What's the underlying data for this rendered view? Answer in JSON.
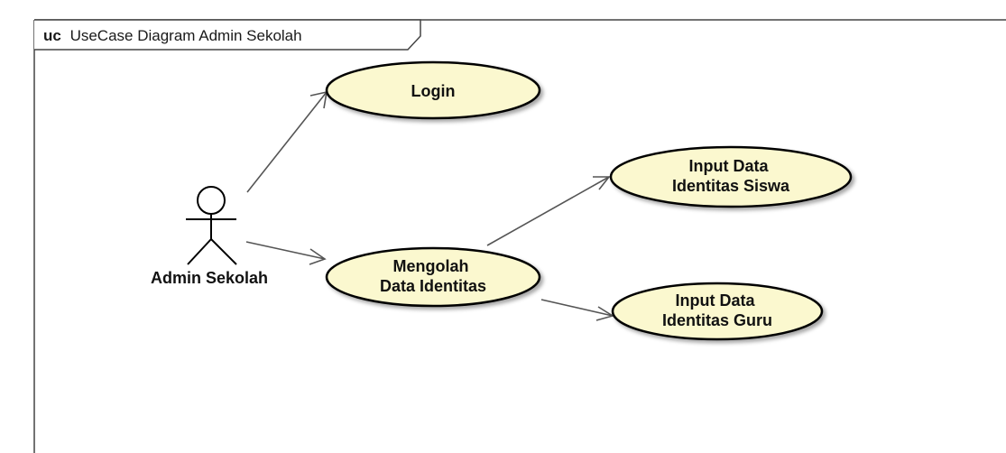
{
  "frame": {
    "keyword": "uc",
    "title": "UseCase Diagram Admin Sekolah"
  },
  "actor": {
    "label": "Admin Sekolah",
    "icon": "stick-figure-actor-icon"
  },
  "use_cases": {
    "login": {
      "lines": [
        "Login"
      ]
    },
    "mengolah": {
      "lines": [
        "Mengolah",
        "Data Identitas"
      ]
    },
    "siswa": {
      "lines": [
        "Input Data",
        "Identitas Siswa"
      ]
    },
    "guru": {
      "lines": [
        "Input Data",
        "Identitas Guru"
      ]
    }
  },
  "relationships": [
    {
      "from": "Admin Sekolah",
      "to": "Login"
    },
    {
      "from": "Admin Sekolah",
      "to": "Mengolah Data Identitas"
    },
    {
      "from": "Mengolah Data Identitas",
      "to": "Input Data Identitas Siswa"
    },
    {
      "from": "Mengolah Data Identitas",
      "to": "Input Data Identitas Guru"
    }
  ],
  "colors": {
    "usecase_fill": "#fbf8cf",
    "usecase_stroke": "#000000",
    "line": "#555555",
    "frame_stroke": "#444444"
  }
}
